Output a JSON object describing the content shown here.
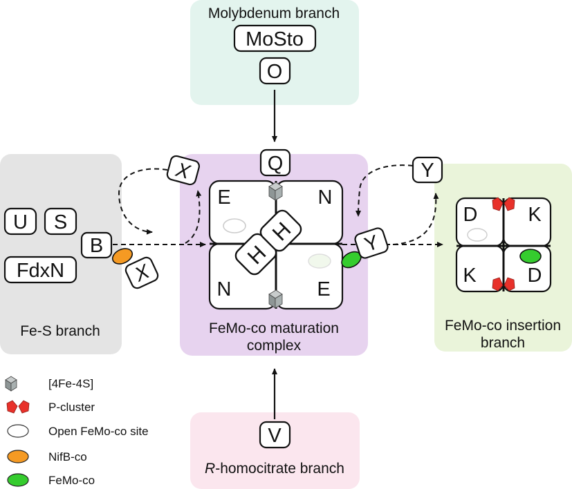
{
  "branches": {
    "molybdenum": {
      "title": "Molybdenum branch",
      "boxes": [
        "MoSto",
        "O"
      ]
    },
    "fes": {
      "title": "Fe-S branch",
      "boxes": [
        "U",
        "S",
        "FdxN",
        "B"
      ]
    },
    "maturation": {
      "title_line1": "FeMo-co maturation",
      "title_line2": "complex",
      "top_box": "Q",
      "subunits": [
        "E",
        "N",
        "N",
        "E"
      ],
      "central": [
        "H",
        "H"
      ]
    },
    "insertion": {
      "title_line1": "FeMo-co insertion",
      "title_line2": "branch",
      "subunits": [
        "D",
        "K",
        "K",
        "D"
      ]
    },
    "homocitrate": {
      "title_italic": "R",
      "title_rest": "-homocitrate branch",
      "boxes": [
        "V"
      ]
    }
  },
  "carriers": {
    "x_top": "X",
    "x_bottom": "X",
    "y_top": "Y",
    "y_mid": "Y"
  },
  "legend": [
    {
      "label": "[4Fe-4S]",
      "icon": "cube-icon",
      "color": "#9aa3a3"
    },
    {
      "label": "P-cluster",
      "icon": "p-cluster-icon",
      "color": "#e8312a"
    },
    {
      "label": "Open FeMo-co site",
      "icon": "open-site-icon",
      "color": "#ffffff"
    },
    {
      "label": "NifB-co",
      "icon": "nifb-co-icon",
      "color": "#f59a23"
    },
    {
      "label": "FeMo-co",
      "icon": "femo-co-icon",
      "color": "#35cc2e"
    }
  ],
  "colors": {
    "molybdenum_bg": "#e3f4ee",
    "fes_bg": "#e4e4e4",
    "maturation_bg": "#e7d3ef",
    "insertion_bg": "#eaf4da",
    "homocitrate_bg": "#fbe6ee"
  }
}
